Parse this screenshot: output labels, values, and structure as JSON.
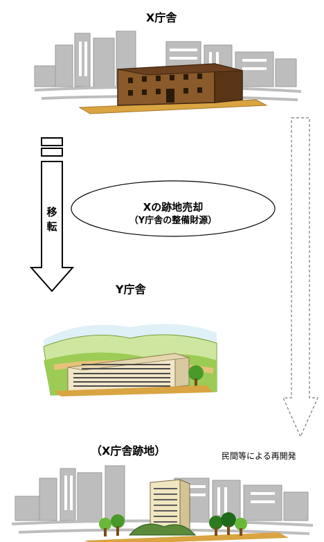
{
  "labels": {
    "x_office": "X庁舎",
    "y_office": "Y庁舎",
    "relocation": "移転",
    "relocation_chars": [
      "移",
      "転"
    ],
    "sale_title": "Xの跡地売却",
    "sale_sub": "（Y庁舎の整備財源）",
    "former_site": "（X庁舎跡地）",
    "private_dev": "民間等による再開発"
  },
  "colors": {
    "city_gray": "#b7b7b7",
    "old_building": "#8a5a2a",
    "ground": "#d9a441",
    "arrow_outline": "#000000",
    "dashed_outline": "#777777"
  }
}
